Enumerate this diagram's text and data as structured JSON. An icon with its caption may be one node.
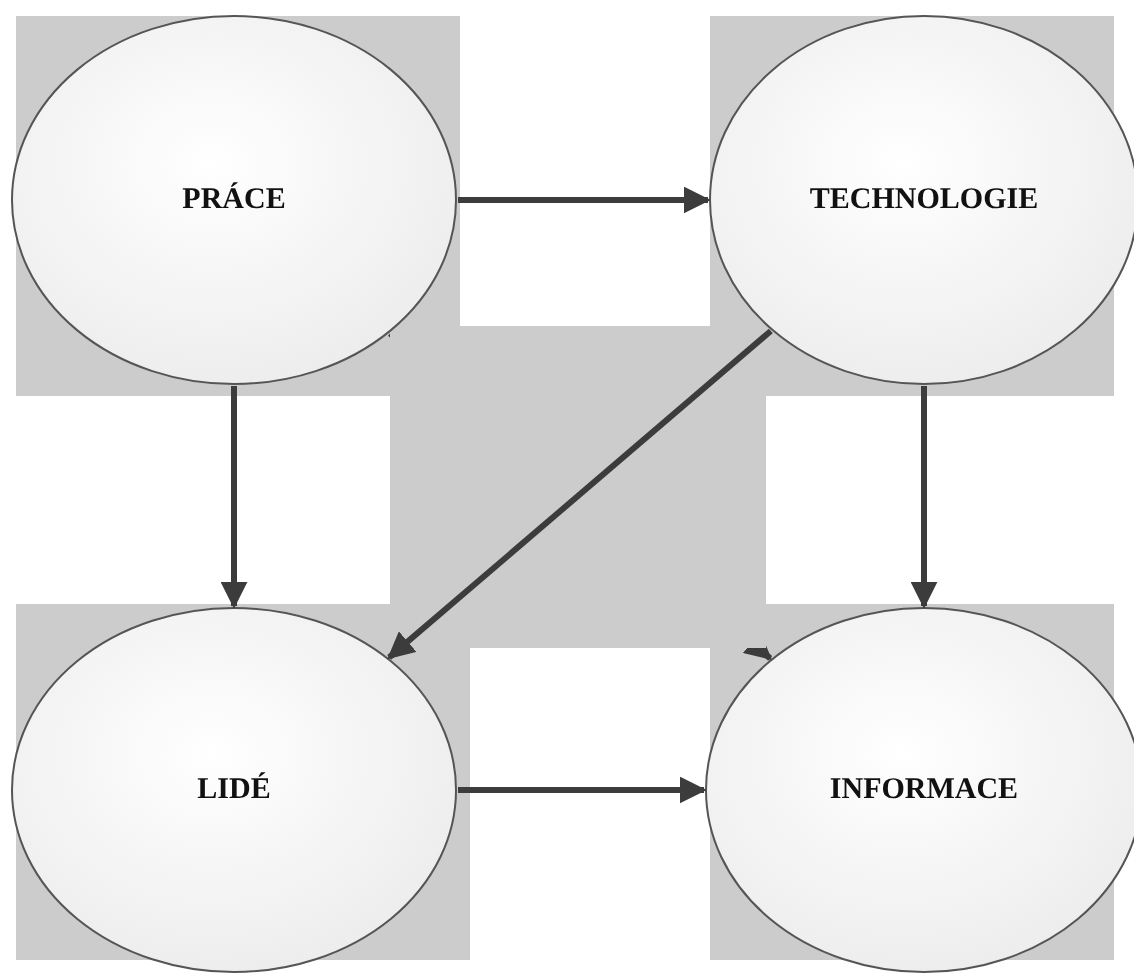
{
  "diagram": {
    "nodes": [
      {
        "text": [
          "PRÁCE"
        ]
      },
      {
        "text": [
          "TECHNOLOGIE"
        ]
      },
      {
        "text": [
          "LIDÉ"
        ]
      },
      {
        "text": [
          "INFORMACE"
        ]
      }
    ],
    "edges": [
      {
        "from": 0,
        "to": 1,
        "arrow": "to"
      },
      {
        "from": 0,
        "to": 2,
        "arrow": "to"
      },
      {
        "from": 1,
        "to": 3,
        "arrow": "to"
      },
      {
        "from": 1,
        "to": 2,
        "arrow": "to"
      },
      {
        "from": 0,
        "to": 3,
        "arrow": "to"
      },
      {
        "from": 2,
        "to": 3,
        "arrow": "to"
      }
    ]
  }
}
